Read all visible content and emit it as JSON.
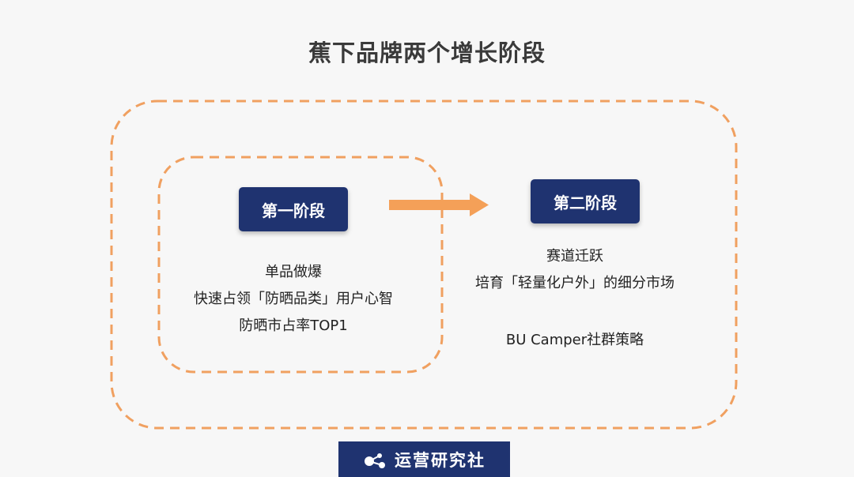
{
  "title": "蕉下品牌两个增长阶段",
  "colors": {
    "dashed_border": "#f0a060",
    "arrow": "#f4a058",
    "badge_bg": "#1f3370",
    "background": "#f7f7f7"
  },
  "stage_one": {
    "label": "第一阶段",
    "lines": [
      "单品做爆",
      "快速占领「防晒品类」用户心智",
      "防晒市占率TOP1"
    ]
  },
  "stage_two": {
    "label": "第二阶段",
    "lines": [
      "赛道迁跃",
      "培育「轻量化户外」的细分市场"
    ],
    "extra_line": "BU Camper社群策略"
  },
  "arrow_icon": "right-arrow-icon",
  "footer": {
    "logo_text": "运营研究社",
    "logo_icon": "connected-dots-logo-icon"
  }
}
